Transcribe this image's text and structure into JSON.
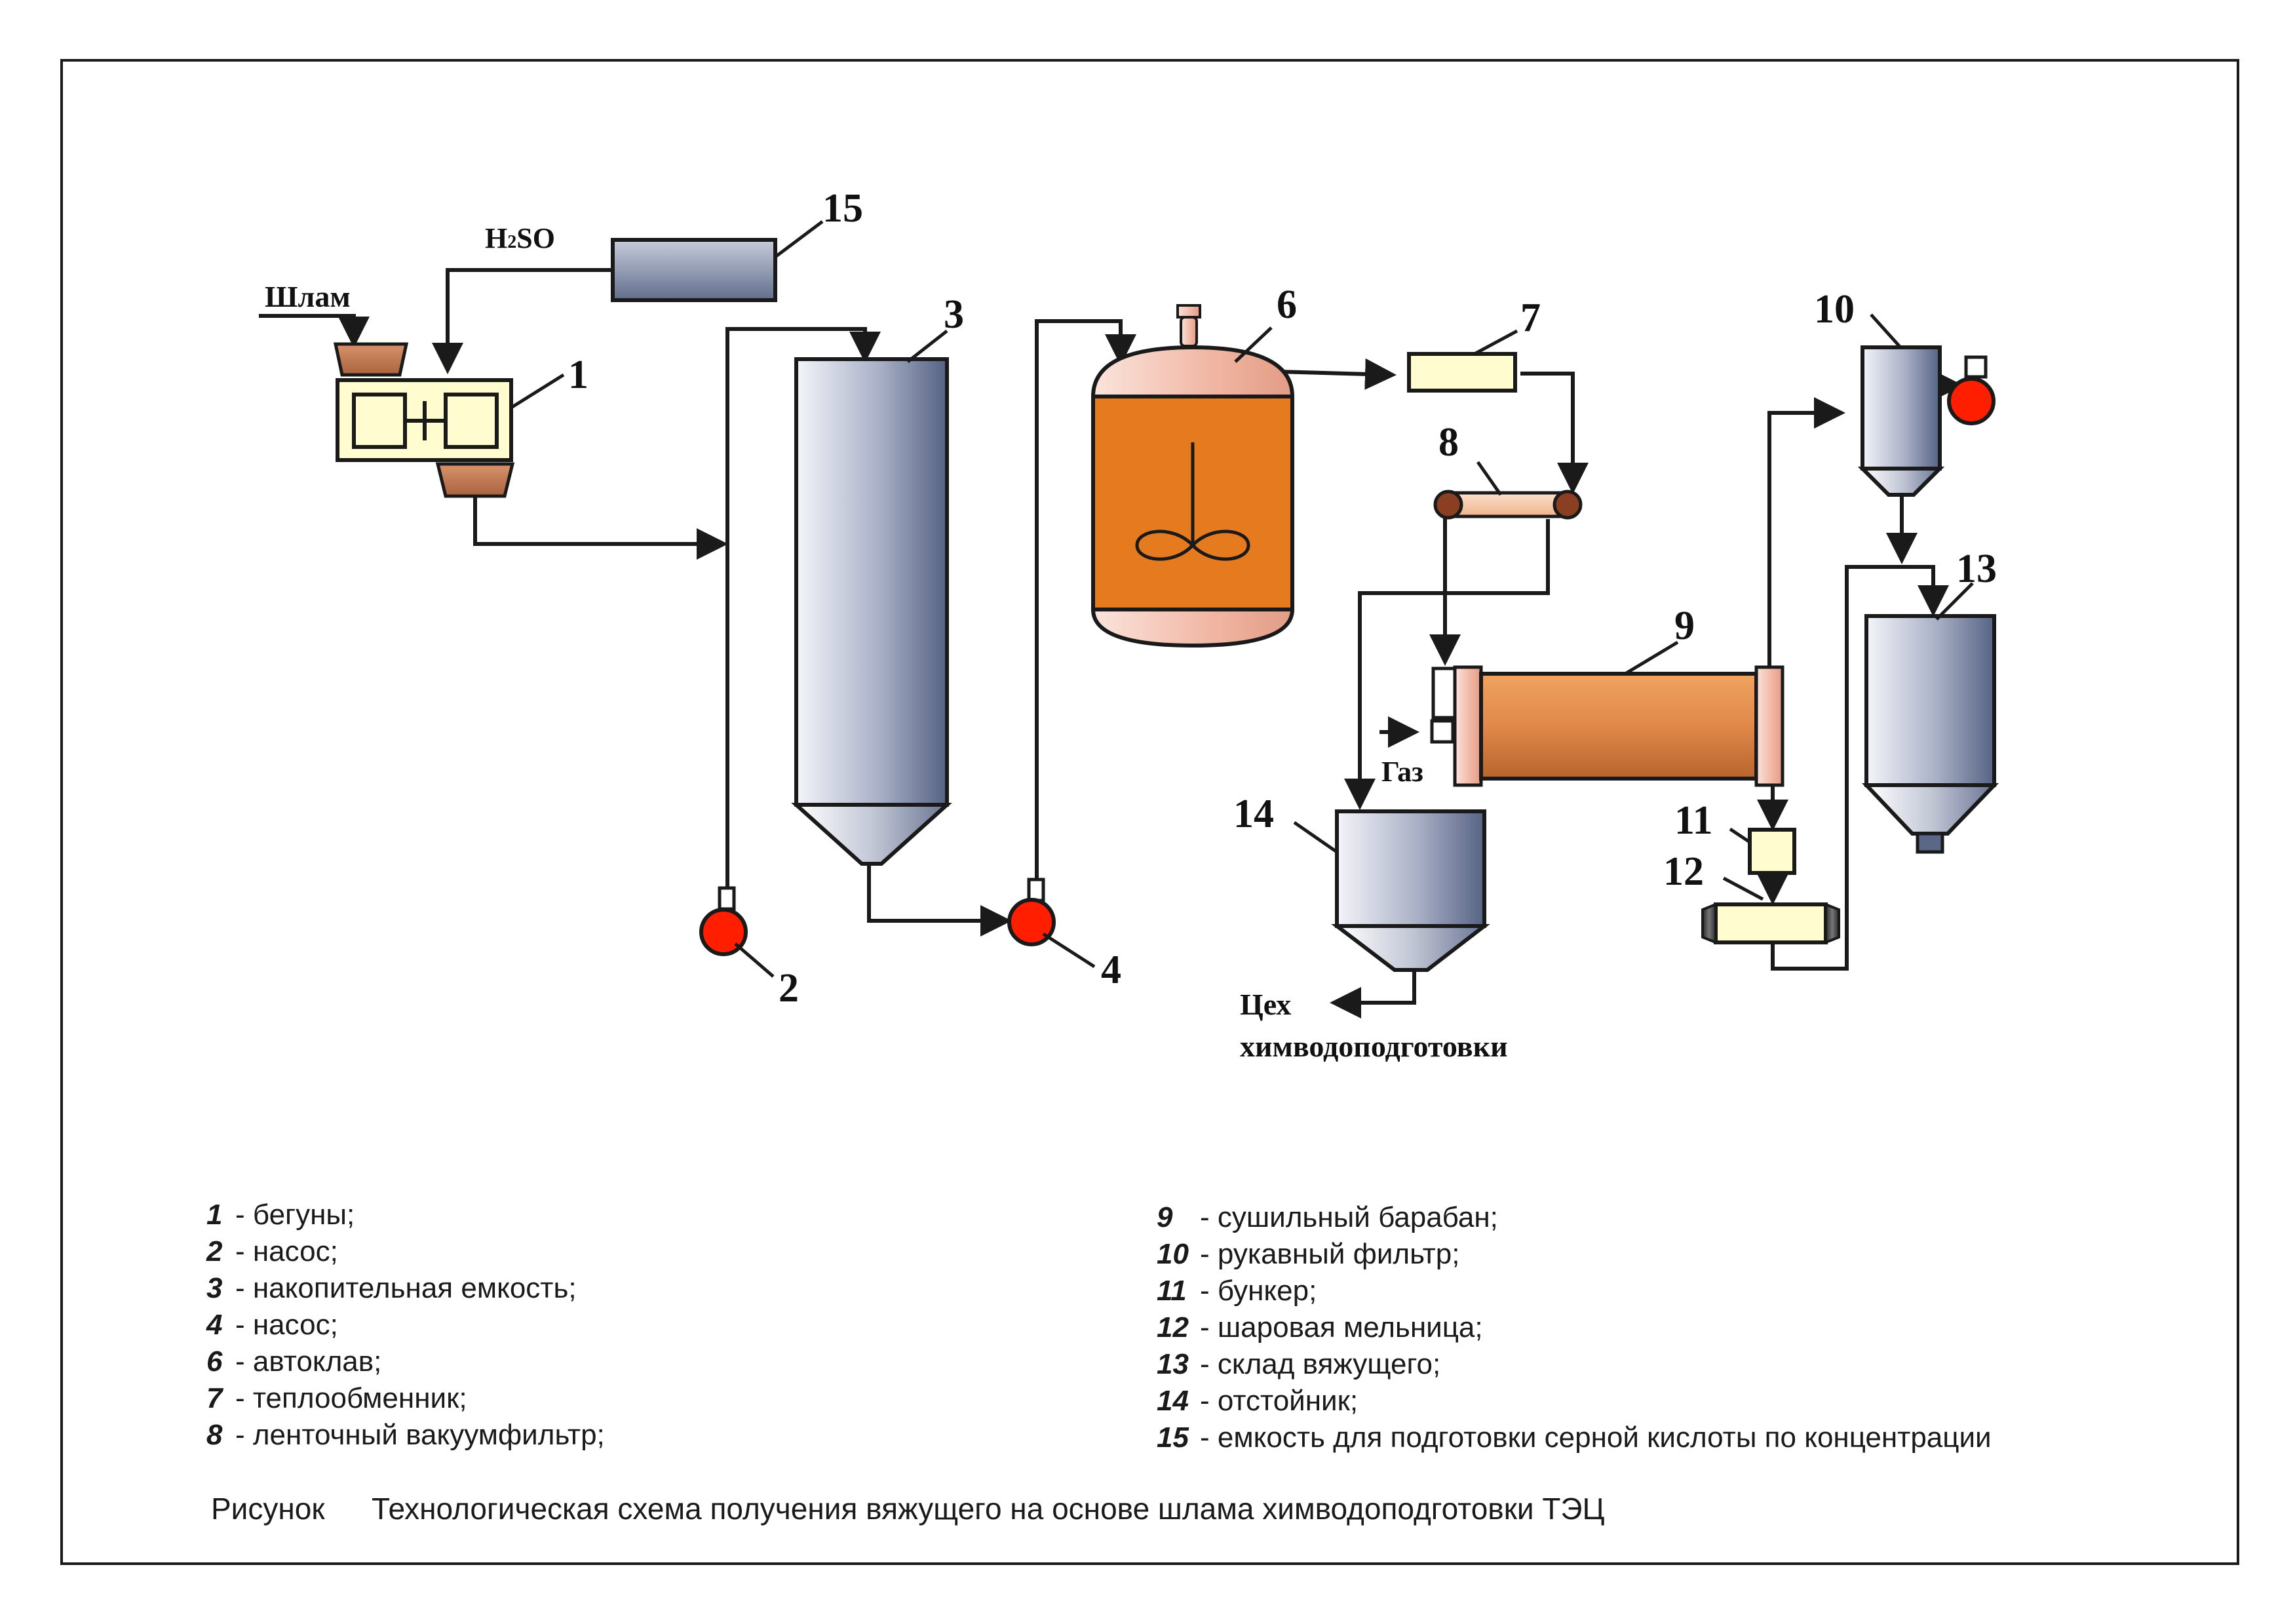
{
  "labels": {
    "sludge": "Шлам",
    "acid": "H2SO",
    "acid_main": "H",
    "acid_sub": "2",
    "acid_rest": "SO",
    "gas": "Газ",
    "shop_line1": "Цех",
    "shop_line2": "химводоподготовки"
  },
  "numbers": {
    "n1": "1",
    "n2": "2",
    "n3": "3",
    "n4": "4",
    "n6": "6",
    "n7": "7",
    "n8": "8",
    "n9": "9",
    "n10": "10",
    "n11": "11",
    "n12": "12",
    "n13": "13",
    "n14": "14",
    "n15": "15"
  },
  "legend_left": [
    {
      "num": "1",
      "text": " - бегуны;"
    },
    {
      "num": "2",
      "text": " - насос;"
    },
    {
      "num": "3",
      "text": " - накопительная емкость;"
    },
    {
      "num": "4",
      "text": " - насос;"
    },
    {
      "num": "6",
      "text": " - автоклав;"
    },
    {
      "num": "7",
      "text": " - теплообменник;"
    },
    {
      "num": "8",
      "text": "  - ленточный вакуумфильтр;"
    }
  ],
  "legend_right": [
    {
      "num": "9",
      "text": "   - сушильный барабан;"
    },
    {
      "num": "10",
      "text": " - рукавный фильтр;"
    },
    {
      "num": "11",
      "text": " - бункер;"
    },
    {
      "num": "12",
      "text": " - шаровая мельница;"
    },
    {
      "num": "13",
      "text": " - склад вяжущего;"
    },
    {
      "num": "14",
      "text": " - отстойник;"
    },
    {
      "num": "15",
      "text": " - емкость для подготовки серной кислоты по концентрации"
    }
  ],
  "caption": {
    "prefix": "Рисунок",
    "text": "Технологическая схема получения вяжущего на основе шлама химводоподготовки ТЭЦ"
  },
  "colors": {
    "steel_light": "#f2f3f8",
    "steel_dark": "#5b6787",
    "autoclave_orange": "#e57a1f",
    "autoclave_cap": "#f2c5b5",
    "pump_red": "#ff1f00",
    "cream": "#fffccf",
    "hopper_brown": "#c07a55",
    "drum_orange": "#e0884a",
    "line": "#1a1a1a"
  }
}
